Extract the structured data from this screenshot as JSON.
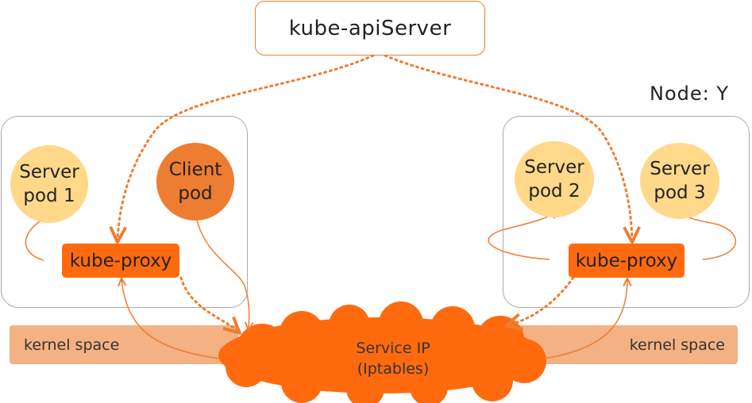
{
  "api_server": {
    "label": "kube-apiServer"
  },
  "node_right_label": "Node: Y",
  "left_node": {
    "server_pod": "Server\npod 1",
    "client_pod": "Client\npod",
    "proxy": "kube-proxy",
    "kernel": "kernel space"
  },
  "right_node": {
    "server_pod_a": "Server\npod 2",
    "server_pod_b": "Server\npod 3",
    "proxy": "kube-proxy",
    "kernel": "kernel space"
  },
  "service": {
    "line1": "Service IP",
    "line2": "(Iptables)"
  },
  "colors": {
    "accent": "#ed7d31",
    "proxy": "#ff6a0e",
    "server_pod": "#ffd88a",
    "kernel": "#f4b183",
    "border": "#a9a9a9"
  }
}
